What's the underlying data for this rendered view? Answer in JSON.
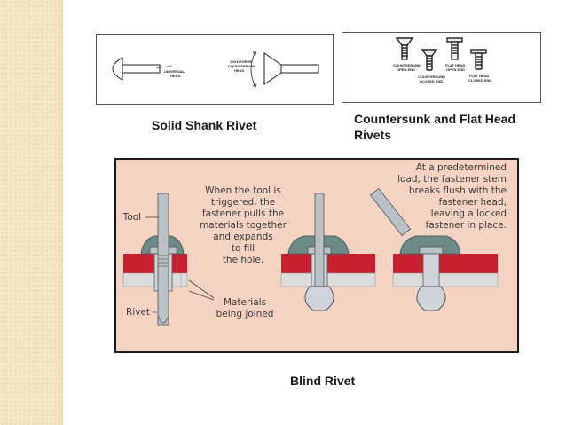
{
  "solid_panel": {
    "caption": "Solid Shank Rivet",
    "labels": {
      "universal_head": [
        "UNIVERSAL",
        "HEAD"
      ],
      "countersunk_head": [
        "100-DEGREE",
        "COUNTERSUNK",
        "HEAD"
      ]
    }
  },
  "countersunk_panel": {
    "caption_line1": "Countersunk and Flat Head",
    "caption_line2": "Rivets",
    "labels": {
      "cs_open": [
        "COUNTERSUNK",
        "OPEN END"
      ],
      "cs_closed": [
        "COUNTERSUNK",
        "CLOSED END"
      ],
      "fh_open": [
        "FLAT HEAD",
        "OPEN END"
      ],
      "fh_closed": [
        "FLAT HEAD",
        "CLOSED END"
      ]
    }
  },
  "blind_panel": {
    "caption": "Blind Rivet",
    "text_middle": [
      "When the tool is",
      "triggered, the",
      "fastener pulls the",
      "materials together",
      "and expands",
      "to fill",
      "the hole."
    ],
    "text_right": [
      "At a predetermined",
      "load, the fastener stem",
      "breaks flush with the",
      "fastener head,",
      "leaving a locked",
      "fastener in place."
    ],
    "label_tool": "Tool",
    "label_rivet": "Rivet",
    "label_materials": [
      "Materials",
      "being joined"
    ],
    "colors": {
      "background": "#f4d3c3",
      "top_plate": "#c8202f",
      "bottom_plate": "#dcdcdc",
      "rivet": "#b9c1c7"
    }
  }
}
